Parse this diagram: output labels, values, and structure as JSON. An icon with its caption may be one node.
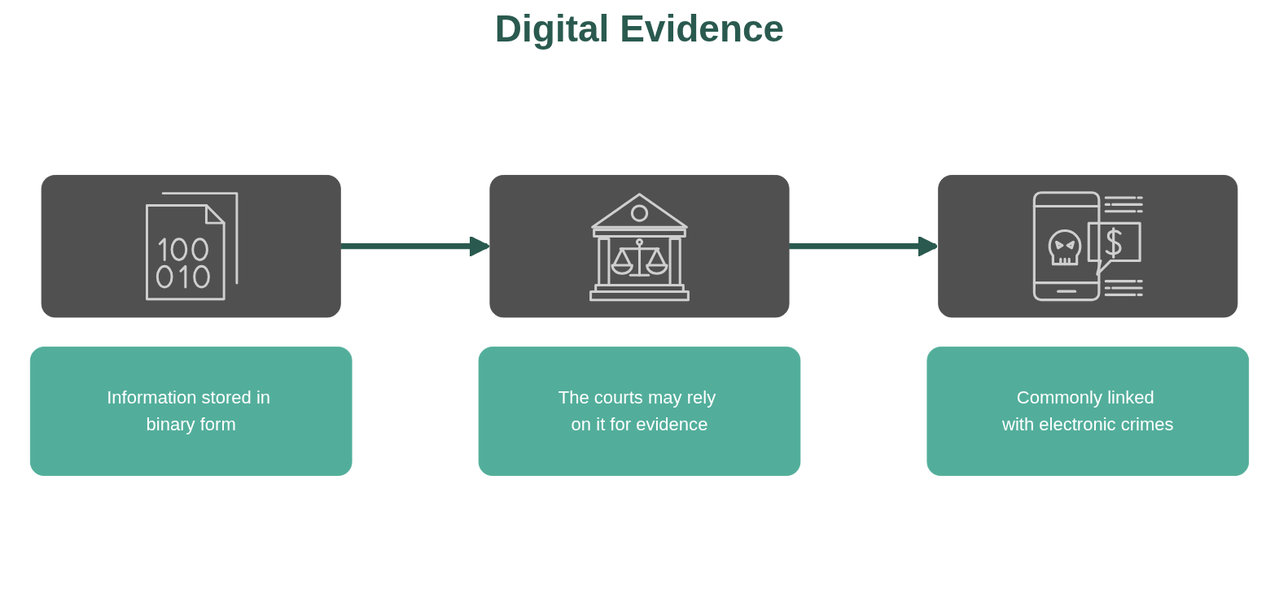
{
  "diagram": {
    "title": "Digital Evidence",
    "nodes": [
      {
        "text": [],
        "shape": "picture"
      },
      {
        "text": [
          "Information stored in binary form"
        ]
      },
      {
        "text": [],
        "shape": "picture"
      },
      {
        "text": [
          "The courts may rely on it for evidence"
        ]
      },
      {
        "text": [],
        "shape": "picture"
      },
      {
        "text": [
          "Commonly linked with electronic crimes"
        ]
      }
    ],
    "edges": [
      {
        "from": 0,
        "to": 2,
        "arrow": "to"
      },
      {
        "from": 2,
        "to": 4,
        "arrow": "to"
      }
    ]
  }
}
